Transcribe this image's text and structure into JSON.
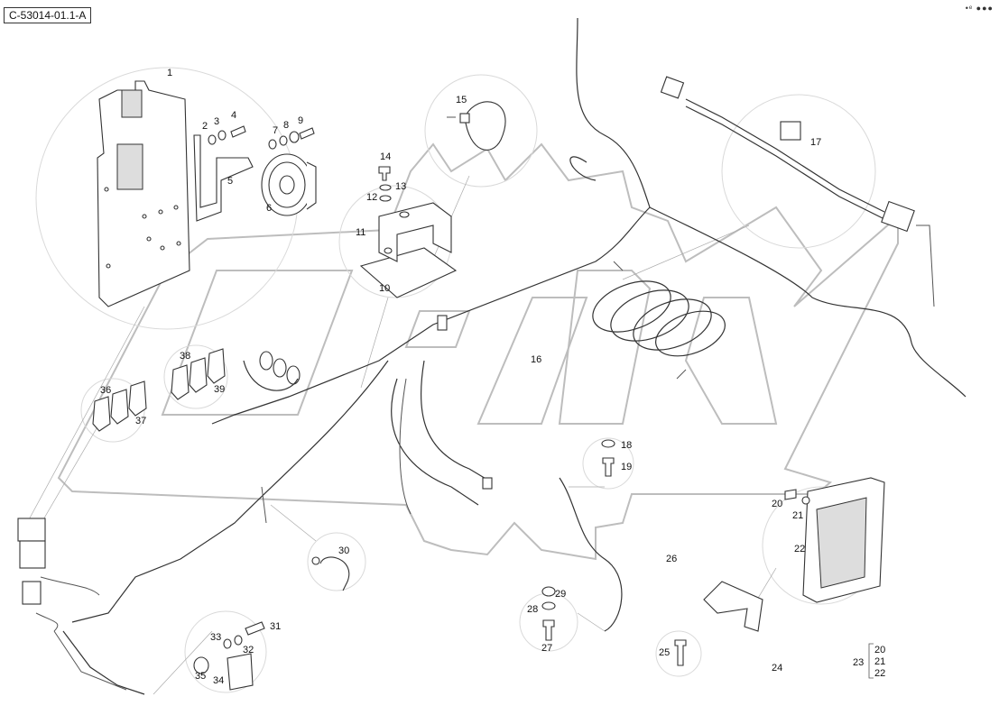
{
  "doc_id": "C-53014-01.1-A",
  "corner_mark": "•ᵉ ●●●",
  "callouts": {
    "c1": "1",
    "c2": "2",
    "c3": "3",
    "c4": "4",
    "c5": "5",
    "c6": "6",
    "c7": "7",
    "c8": "8",
    "c9": "9",
    "c10": "10",
    "c11": "11",
    "c12": "12",
    "c13": "13",
    "c14": "14",
    "c15": "15",
    "c16": "16",
    "c17": "17",
    "c18": "18",
    "c19": "19",
    "c20": "20",
    "c21": "21",
    "c22": "22",
    "c23": "23",
    "c24": "24",
    "c25": "25",
    "c26": "26",
    "c27": "27",
    "c28": "28",
    "c29": "29",
    "c30": "30",
    "c31": "31",
    "c32": "32",
    "c33": "33",
    "c34": "34",
    "c35": "35",
    "c36": "36",
    "c37": "37",
    "c38": "38",
    "c39": "39",
    "kit_a": "20",
    "kit_b": "21",
    "kit_c": "22"
  }
}
